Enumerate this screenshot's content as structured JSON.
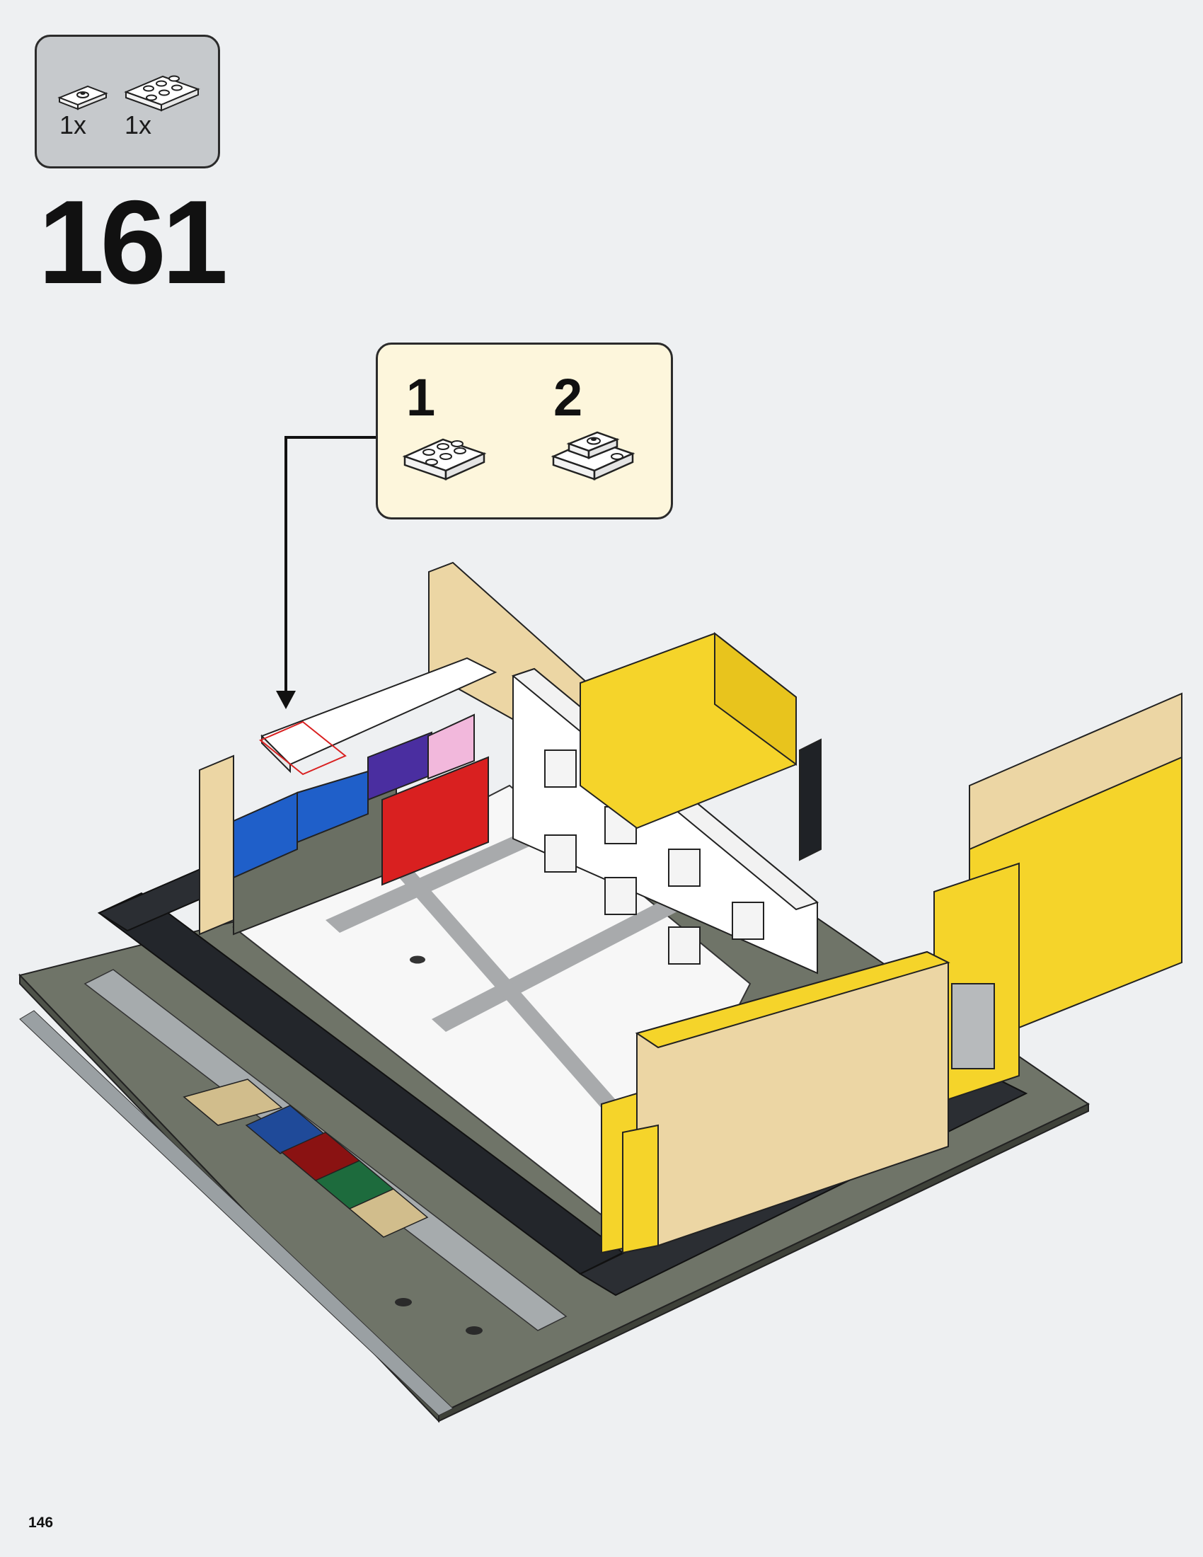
{
  "step": {
    "number": "161"
  },
  "parts_list": [
    {
      "qty": "1x",
      "icon": "plate-1x2-jumper-icon",
      "color": "#ffffff"
    },
    {
      "qty": "1x",
      "icon": "plate-2x3-icon",
      "color": "#ffffff"
    }
  ],
  "substeps": [
    {
      "label": "1",
      "icon": "plate-2x3-icon"
    },
    {
      "label": "2",
      "icon": "plate-assembly-icon"
    }
  ],
  "page": {
    "number": "146"
  },
  "colors": {
    "background": "#eef0f2",
    "parts_box": "#c6c9cc",
    "substep_box": "#fdf6dc",
    "yellow": "#f5d42a",
    "tan": "#ecd6a4",
    "dark_gray": "#6a6f63",
    "black": "#1f2226",
    "white": "#ffffff",
    "blue": "#1f5fc9",
    "red": "#d92020",
    "purple": "#4a2ea0",
    "pink": "#f2b8dc",
    "green": "#1d6b3d"
  }
}
